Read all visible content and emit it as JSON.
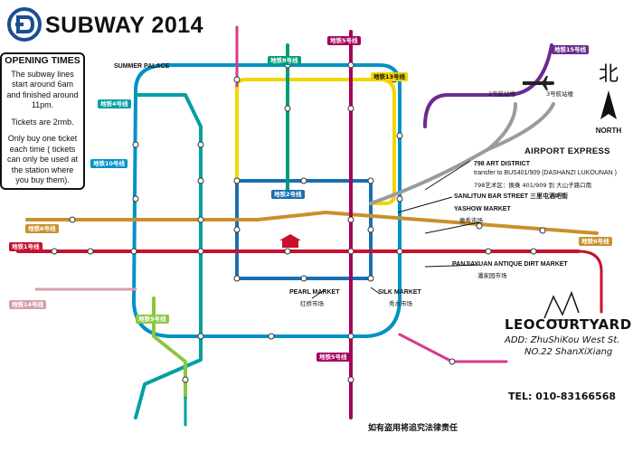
{
  "title": "SUBWAY 2014",
  "opening_times": {
    "heading": "OPENING TIMES",
    "paragraph_1": "The subway lines start around 6am and finished around 11pm.",
    "paragraph_2": "Tickets are 2rmb.",
    "paragraph_3": "Only buy one ticket each time ( tickets can only be used at the station where you buy them)."
  },
  "north": {
    "glyph": "北",
    "label": "NORTH"
  },
  "landmarks": {
    "summer_palace": "SUMMER PALACE",
    "airport_express": "AIRPORT EXPRESS",
    "art_district_title": "798 ART DISTRICT",
    "art_district_transfer": "transfer to BUS401/909 (DASHANZI LUKOUNAN )",
    "art_district_cn": "798艺术区：换乘 401/909 到 大山子路口南",
    "sanlitun": "SANLITUN BAR STREET 三里屯酒吧街",
    "yashow": "YASHOW MARKET",
    "yashow_cn": "雅秀市场",
    "silk_market": "SILK MARKET",
    "silk_market_cn": "秀水市场",
    "pearl_market": "PEARL MARKET",
    "pearl_market_cn": "红桥市场",
    "panjiayuan": "PANJIAYUAN ANTIQUE DIRT MARKET",
    "panjiayuan_cn": "潘家园市场",
    "terminal_2": "2号航站楼",
    "terminal_3": "3号航站楼"
  },
  "line_tags": {
    "line_1": "地铁1号线",
    "line_2": "地铁2号线",
    "line_4": "地铁4号线",
    "line_5": "地铁5号线",
    "line_6": "地铁6号线",
    "line_8": "地铁8号线",
    "line_9": "地铁9号线",
    "line_10": "地铁10号线",
    "line_13": "地铁13号线",
    "line_14": "地铁14号线",
    "line_15": "地铁15号线"
  },
  "hostel": {
    "name": "LEOCOURTYARD",
    "address_1": "ADD: ZhuShiKou West St.",
    "address_2": "NO.22 ShanXiXiang",
    "tel": "TEL: 010-83166568"
  },
  "warning": "如有盗用将追究法律责任",
  "colors": {
    "line_1": "#c8102e",
    "line_2": "#1a6fb0",
    "line_4": "#00a0a0",
    "line_5": "#a4005b",
    "line_6": "#c8902c",
    "line_8": "#009b77",
    "line_9": "#8cc63f",
    "line_10": "#0092c7",
    "line_13": "#f2d500",
    "line_14": "#d6a0a8",
    "line_15": "#6a2c91",
    "airport": "#9b9b9b",
    "batong": "#c8102e"
  }
}
